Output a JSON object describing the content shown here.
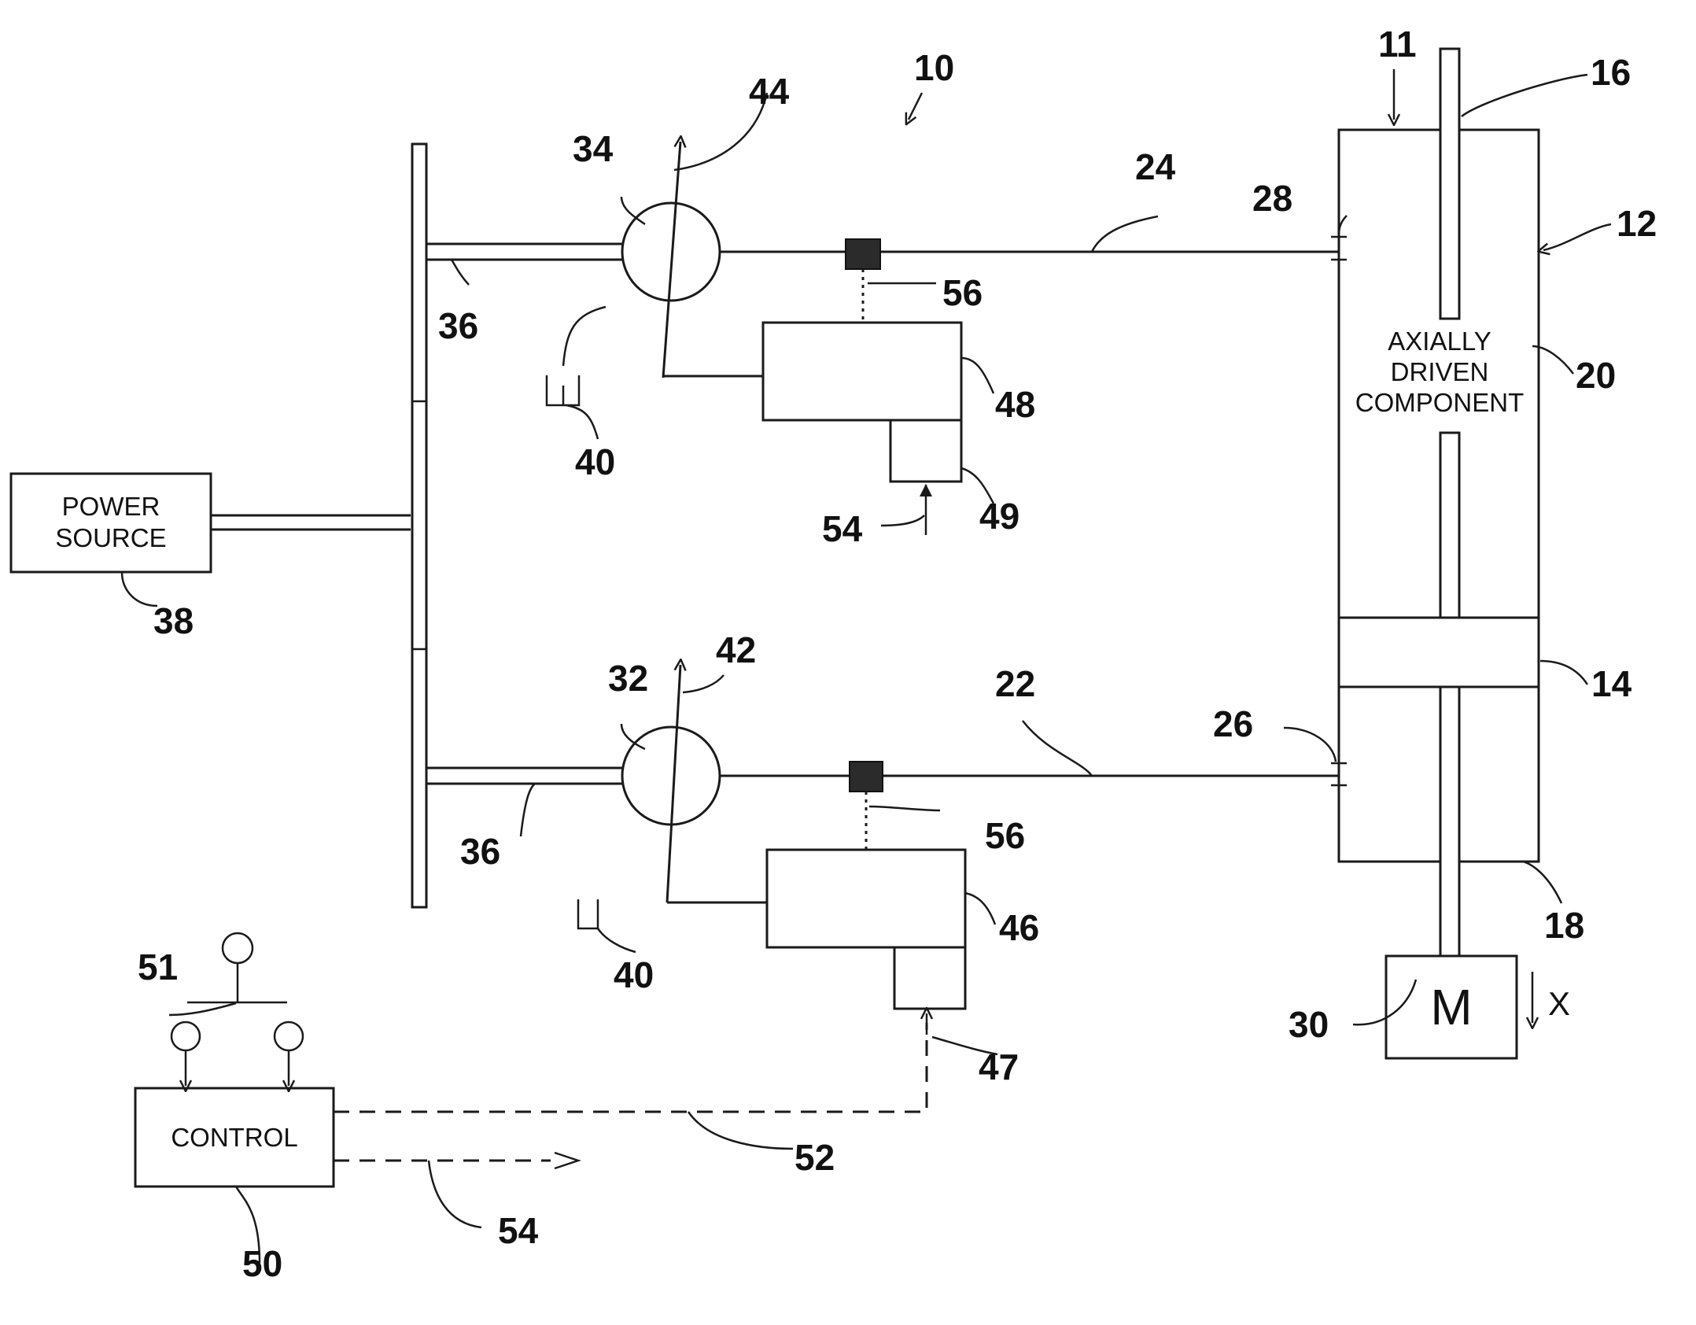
{
  "boxes": {
    "power_source": [
      "POWER",
      "SOURCE"
    ],
    "axially_driven_component": [
      "AXIALLY",
      "DRIVEN",
      "COMPONENT"
    ],
    "control": "CONTROL",
    "motor": "M",
    "direction": "X"
  },
  "refs": {
    "r10": "10",
    "r11": "11",
    "r12": "12",
    "r14": "14",
    "r16": "16",
    "r18": "18",
    "r20": "20",
    "r22": "22",
    "r24": "24",
    "r26": "26",
    "r28": "28",
    "r30": "30",
    "r32": "32",
    "r34": "34",
    "r36a": "36",
    "r36b": "36",
    "r38": "38",
    "r40a": "40",
    "r40b": "40",
    "r42": "42",
    "r44": "44",
    "r46": "46",
    "r47": "47",
    "r48": "48",
    "r49": "49",
    "r50": "50",
    "r51": "51",
    "r52": "52",
    "r54a": "54",
    "r54b": "54",
    "r56a": "56",
    "r56b": "56"
  }
}
